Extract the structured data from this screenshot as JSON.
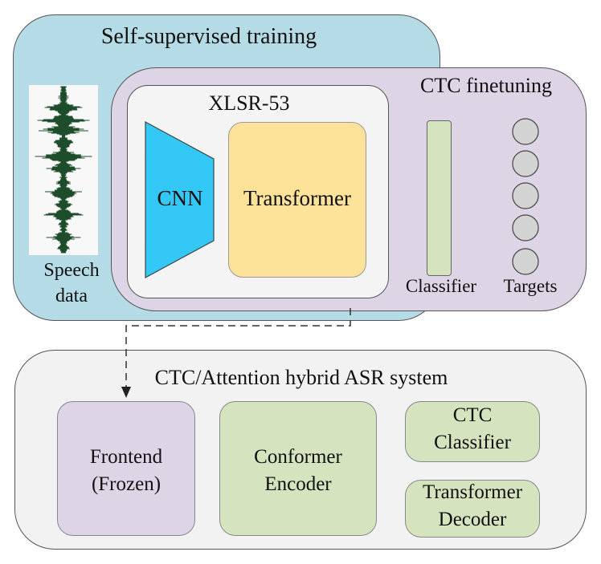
{
  "self_supervised": {
    "title": "Self-supervised training",
    "speech_label_line1": "Speech",
    "speech_label_line2": "data"
  },
  "ctc_finetuning": {
    "title": "CTC finetuning",
    "classifier_label": "Classifier",
    "targets_label": "Targets"
  },
  "xlsr": {
    "title": "XLSR-53",
    "cnn_label": "CNN",
    "transformer_label": "Transformer"
  },
  "hybrid": {
    "title": "CTC/Attention hybrid ASR system",
    "frontend_line1": "Frontend",
    "frontend_line2": "(Frozen)",
    "encoder_line1": "Conformer",
    "encoder_line2": "Encoder",
    "ctc_line1": "CTC",
    "ctc_line2": "Classifier",
    "decoder_line1": "Transformer",
    "decoder_line2": "Decoder"
  },
  "colors": {
    "self_supervised_fill": "#b5dce6",
    "ctc_finetuning_fill": "#ddd4e6",
    "xlsr_fill": "#f4f4f4",
    "cnn_fill": "#33c8f5",
    "transformer_fill": "#fde29a",
    "green_fill": "#d5e4bf",
    "frontend_fill": "#ddd4e6",
    "target_fill": "#d3d3d3",
    "hybrid_fill": "#f2f2f2"
  }
}
